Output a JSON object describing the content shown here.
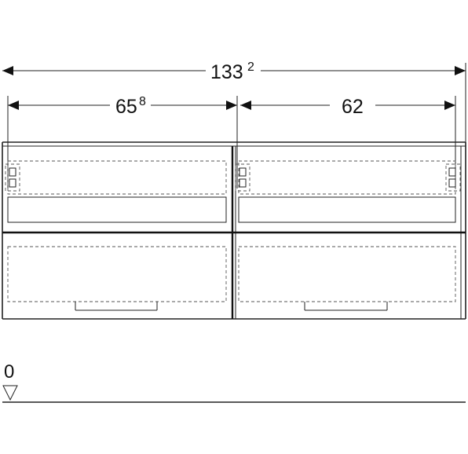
{
  "dimensions": {
    "overall": {
      "main": "133",
      "sup": "2"
    },
    "left": {
      "main": "65",
      "sup": "8"
    },
    "right": {
      "main": "62",
      "sup": ""
    }
  },
  "floor_reference": {
    "label": "0"
  }
}
